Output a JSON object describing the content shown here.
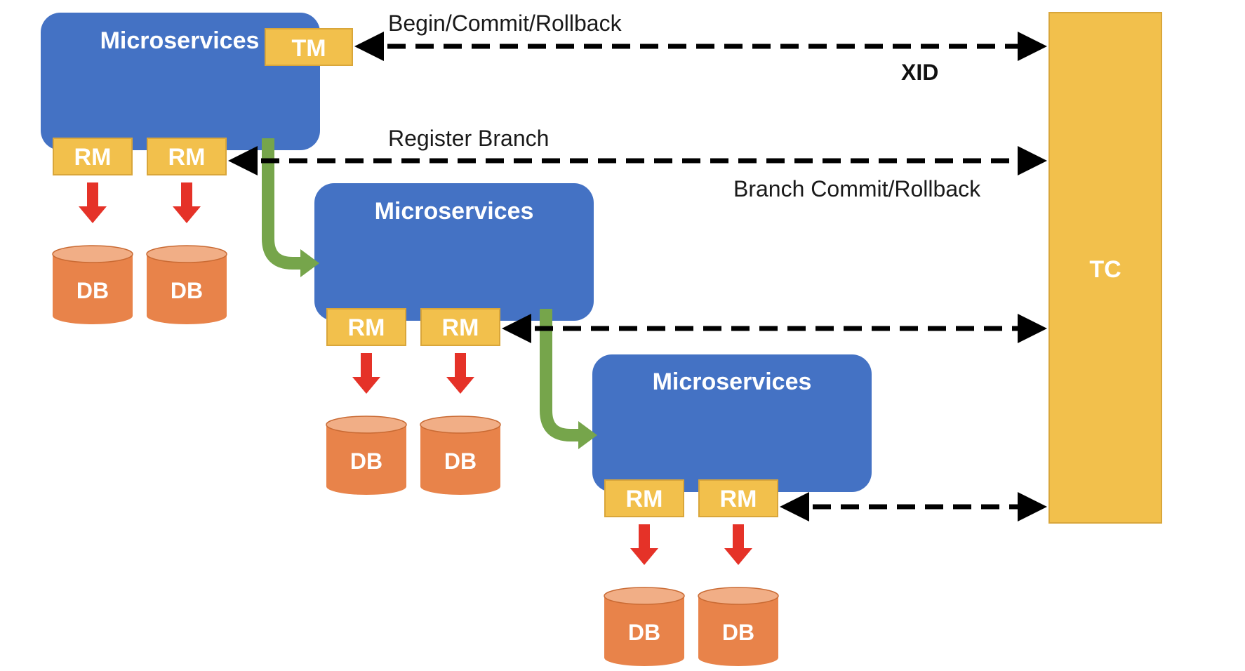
{
  "diagram": {
    "microservice_label": "Microservices",
    "tm_label": "TM",
    "rm_label": "RM",
    "db_label": "DB",
    "tc_label": "TC",
    "conn_begin_commit_rollback": "Begin/Commit/Rollback",
    "conn_xid": "XID",
    "conn_register_branch": "Register Branch",
    "conn_branch_commit_rollback": "Branch Commit/Rollback"
  },
  "colors": {
    "microservice_blue": "#4472C4",
    "component_yellow": "#F2C04C",
    "db_orange": "#E8834A",
    "db_top": "#F1AE86",
    "flow_green": "#76A54B",
    "write_red": "#E53228",
    "dashed_black": "#000000"
  }
}
